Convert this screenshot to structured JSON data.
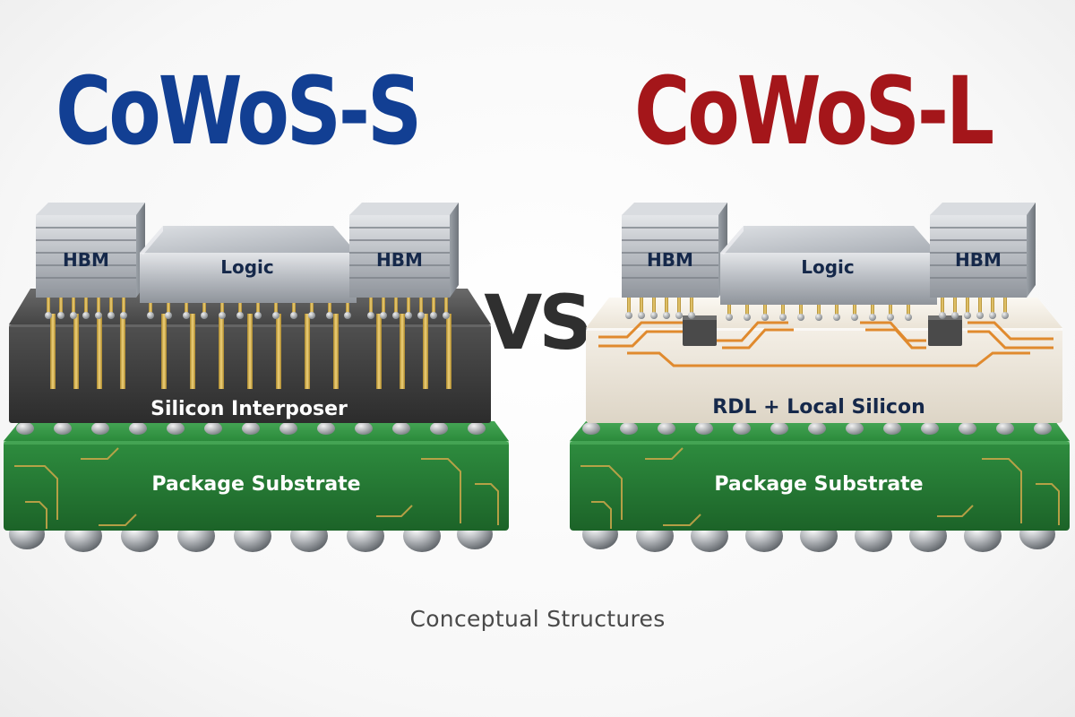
{
  "titles": {
    "left": "CoWoS-S",
    "right": "CoWoS-L",
    "vs": "VS"
  },
  "caption": "Conceptual Structures",
  "left_stack": {
    "hbm_left": "HBM",
    "logic": "Logic",
    "hbm_right": "HBM",
    "interposer": "Silicon Interposer",
    "substrate": "Package Substrate"
  },
  "right_stack": {
    "hbm_left": "HBM",
    "logic": "Logic",
    "hbm_right": "HBM",
    "interposer": "RDL + Local Silicon",
    "substrate": "Package Substrate"
  },
  "colors": {
    "left_title": "#123f93",
    "right_title": "#a4161a",
    "vs": "#2f2f2f",
    "substrate": "#237a33",
    "silicon_interposer": "#3b3b3b",
    "rdl_interposer": "#ece6da",
    "copper_trace": "#e08a2e",
    "gold_pillar": "#c9a642"
  }
}
